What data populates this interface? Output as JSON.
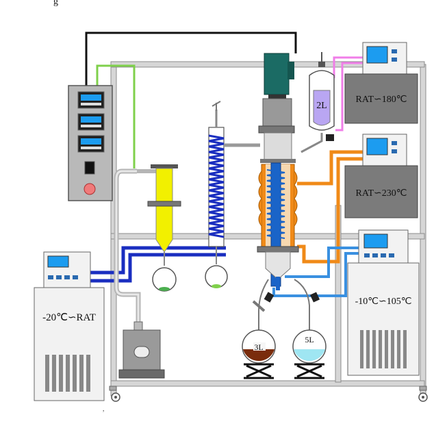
{
  "labels": {
    "chiller_left": "-20℃∽RAT",
    "heater_top": "RAT∽180℃",
    "heater_mid": "RAT∽230℃",
    "chiller_right": "-10℃∽105℃",
    "feed_vessel": "2L",
    "flask_residue": "3L",
    "flask_distillate": "5L"
  },
  "colors": {
    "frame": "#c8c8c8",
    "cable": "#111111",
    "green_line": "#7fd04b",
    "pink_line": "#f07ee8",
    "orange_line": "#f08a18",
    "blue_line": "#1a64c8",
    "light_blue_line": "#3a90e0",
    "navy_line": "#1a2ec0",
    "yellow_trap": "#f2f000",
    "feed_liquid": "#b9a6f2",
    "motor": "#1b6b64",
    "screen": "#1c9cf0",
    "residue": "#7a2c0c",
    "distillate": "#9fe6f2"
  }
}
